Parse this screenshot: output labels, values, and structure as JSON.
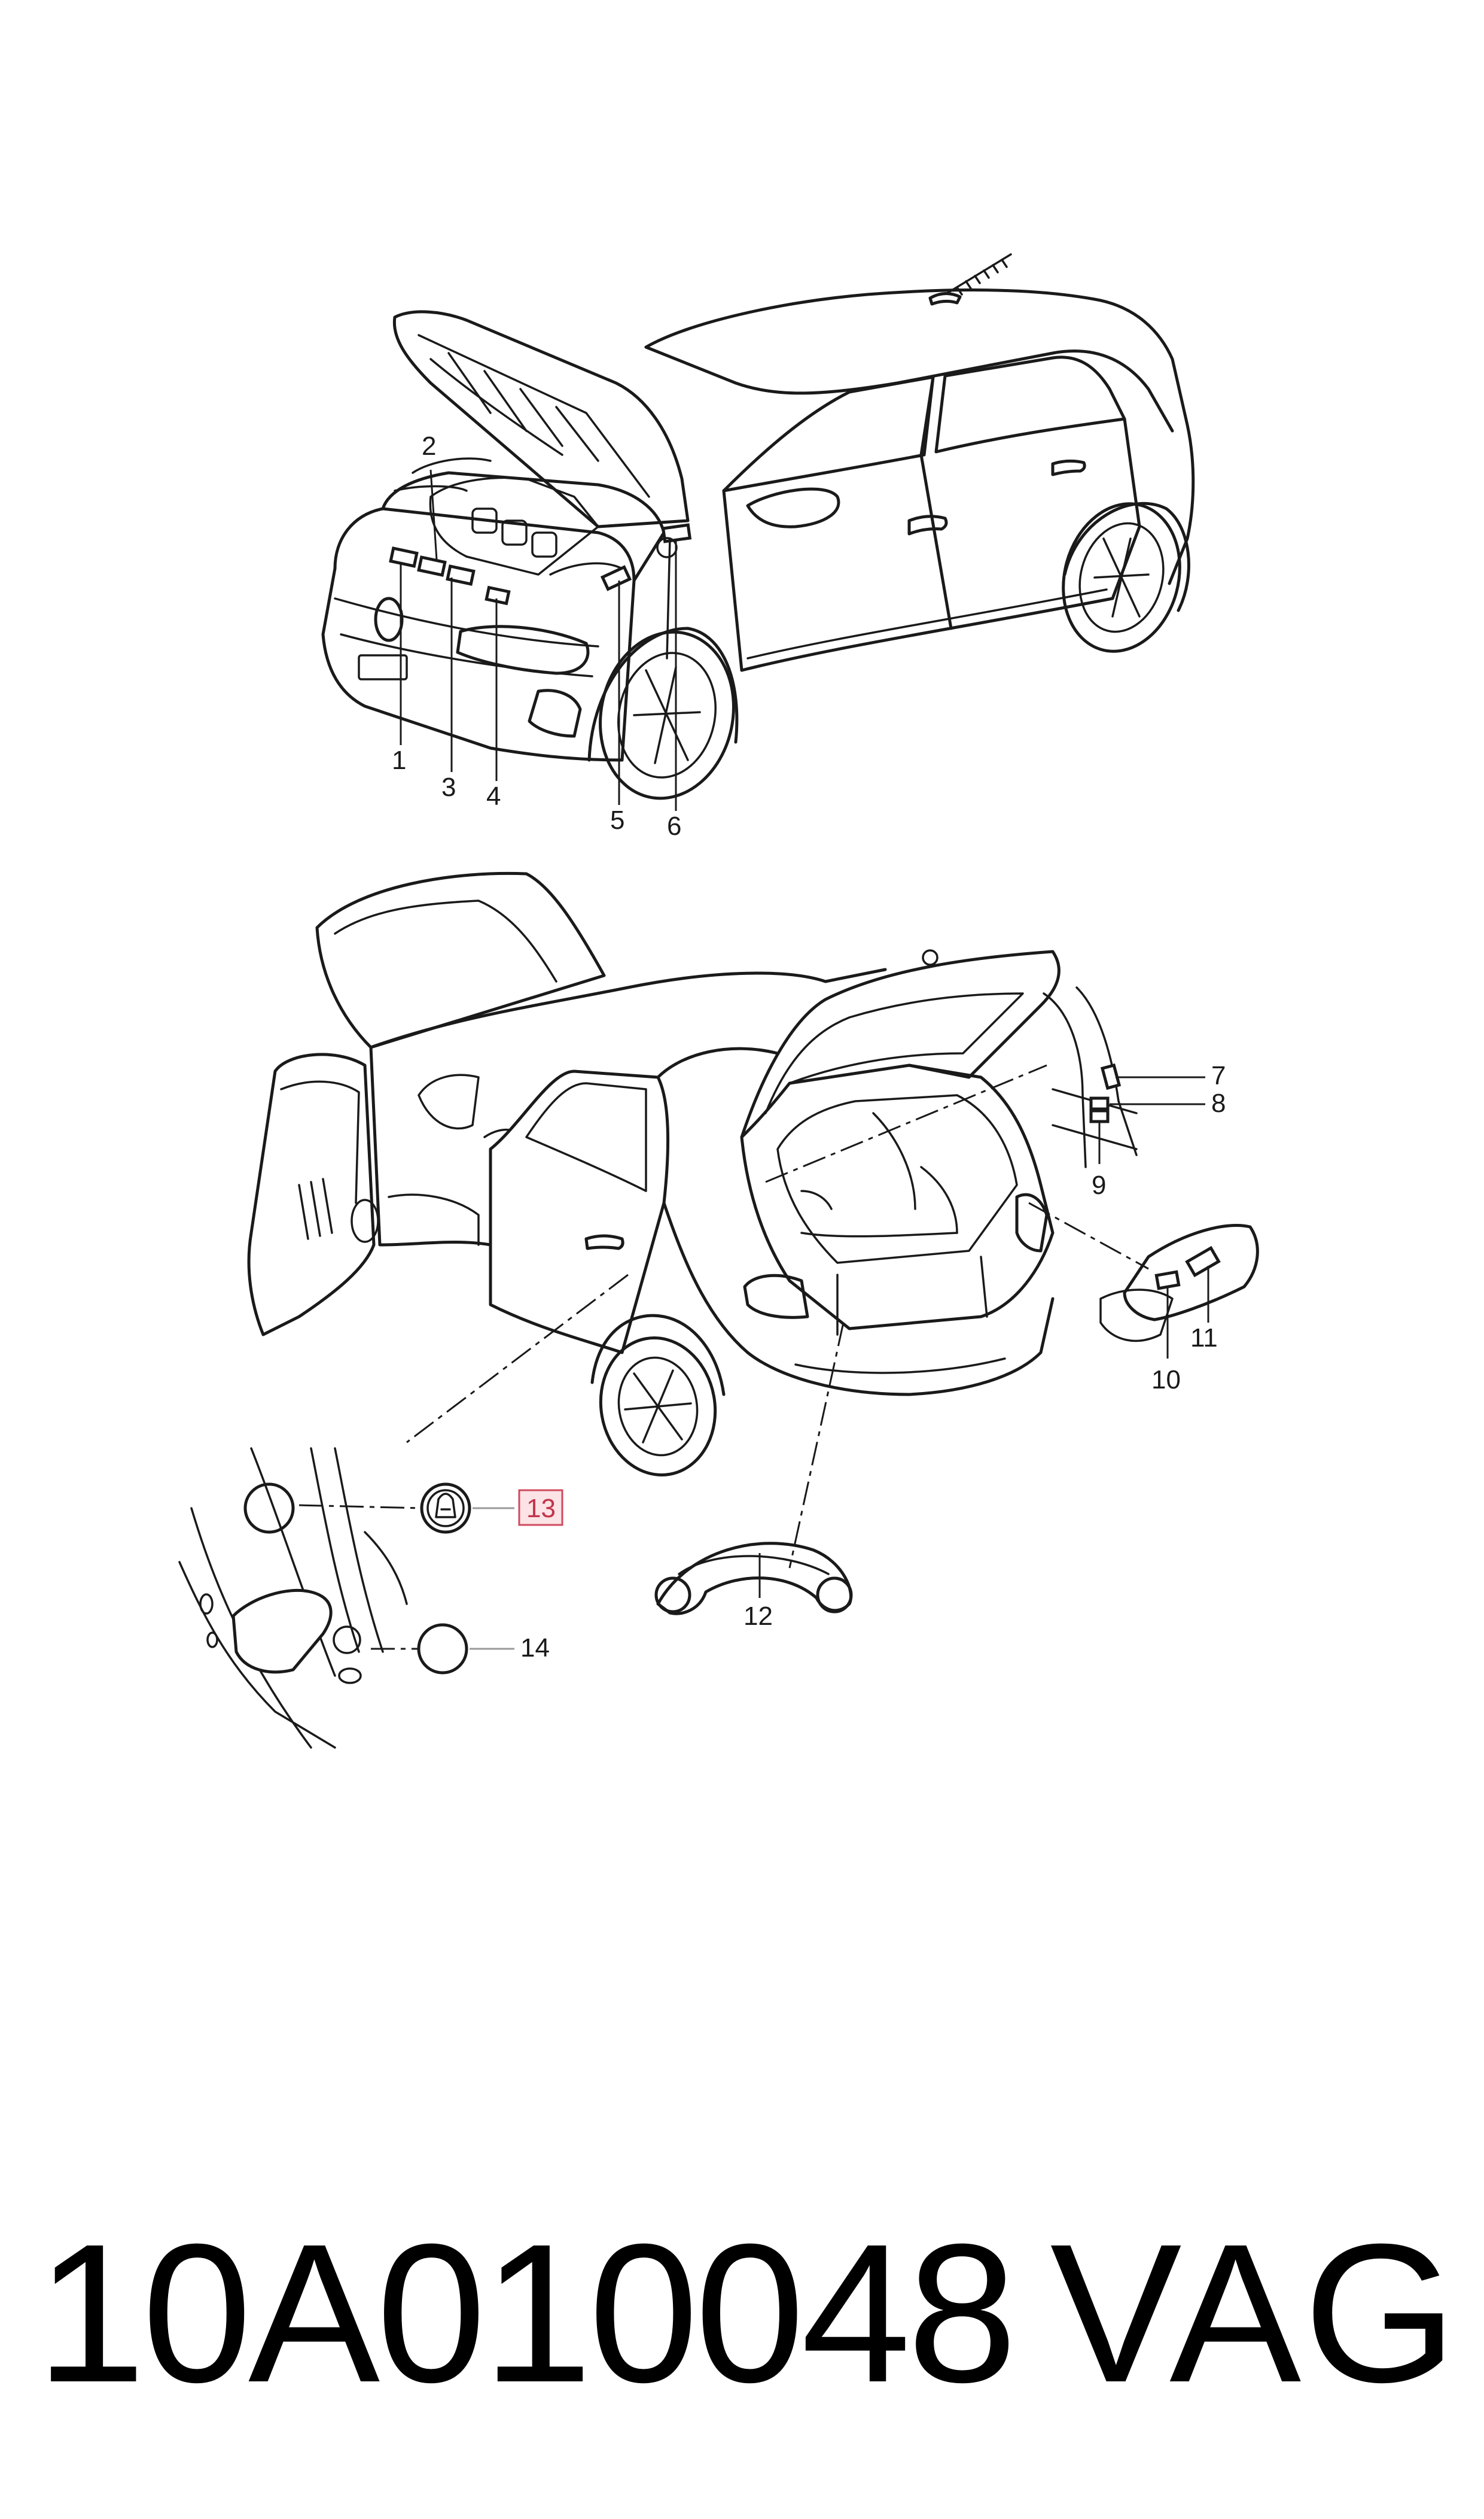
{
  "callouts": [
    {
      "id": "1",
      "label": "1",
      "highlighted": false
    },
    {
      "id": "2",
      "label": "2",
      "highlighted": false
    },
    {
      "id": "3",
      "label": "3",
      "highlighted": false
    },
    {
      "id": "4",
      "label": "4",
      "highlighted": false
    },
    {
      "id": "5",
      "label": "5",
      "highlighted": false
    },
    {
      "id": "6",
      "label": "6",
      "highlighted": false
    },
    {
      "id": "7",
      "label": "7",
      "highlighted": false
    },
    {
      "id": "8",
      "label": "8",
      "highlighted": false
    },
    {
      "id": "9",
      "label": "9",
      "highlighted": false
    },
    {
      "id": "10",
      "label": "10",
      "highlighted": false
    },
    {
      "id": "11",
      "label": "11",
      "highlighted": false
    },
    {
      "id": "12",
      "label": "12",
      "highlighted": false
    },
    {
      "id": "13",
      "label": "13",
      "highlighted": true
    },
    {
      "id": "14",
      "label": "14",
      "highlighted": false
    }
  ],
  "footer": {
    "part_number": "10A010048",
    "brand": "VAG"
  },
  "colors": {
    "line": "#1a1a1a",
    "highlight_fill": "#fbe3e6",
    "highlight_stroke": "#d04a5e",
    "highlight_text": "#c2334a",
    "background": "#ffffff"
  }
}
